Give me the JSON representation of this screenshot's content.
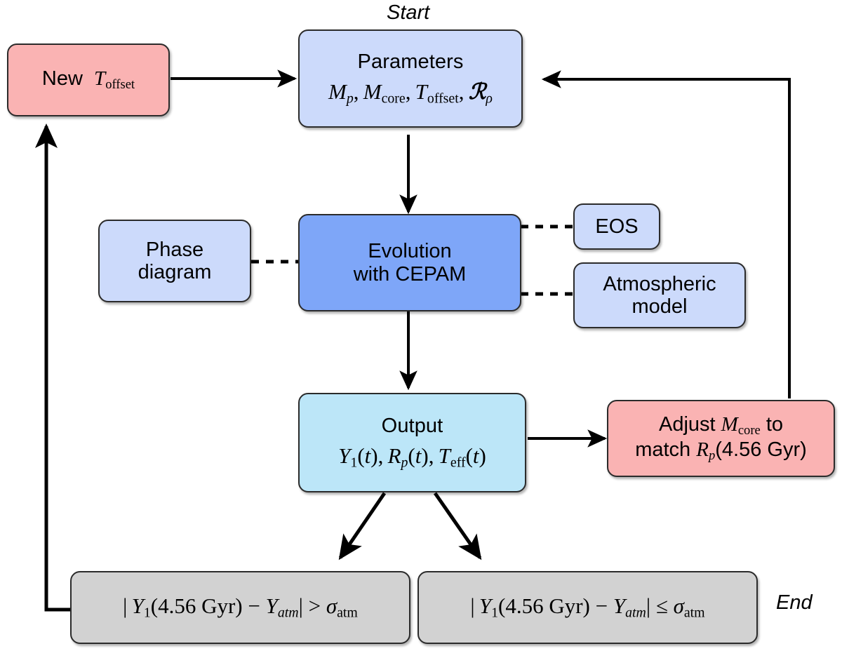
{
  "diagram": {
    "title": "CEPAM evolution model flowchart",
    "captions": {
      "start": "Start",
      "end": "End"
    },
    "colors": {
      "pink": "#fab3b3",
      "light_blue": "#ccdafb",
      "medium_blue": "#7ea6f8",
      "cyan": "#bce6f8",
      "gray": "#d2d2d2",
      "stroke": "#2b2b2b"
    },
    "nodes": {
      "new_toffset": {
        "label_plain": "New",
        "label_math": "T offset",
        "color": "pink"
      },
      "parameters": {
        "title": "Parameters",
        "formula": "M_p, M_core, T_offset, R_rho",
        "color": "light_blue"
      },
      "phase_diagram": {
        "line1": "Phase",
        "line2": "diagram",
        "color": "light_blue"
      },
      "evolution": {
        "line1": "Evolution",
        "line2": "with CEPAM",
        "color": "medium_blue"
      },
      "eos": {
        "label": "EOS",
        "color": "light_blue"
      },
      "atmospheric_model": {
        "line1": "Atmospheric",
        "line2": "model",
        "color": "light_blue"
      },
      "output": {
        "title": "Output",
        "formula": "Y_1(t), R_p(t), T_eff(t)",
        "color": "cyan"
      },
      "adjust_mcore": {
        "line1": "Adjust M_core to",
        "line2": "match R_p(4.56 Gyr)",
        "color": "pink"
      },
      "condition_fail": {
        "formula": "|Y_1(4.56 Gyr) - Y_atm| > sigma_atm",
        "color": "gray"
      },
      "condition_pass": {
        "formula": "|Y_1(4.56 Gyr) - Y_atm| <= sigma_atm",
        "color": "gray"
      }
    },
    "text_fragments": {
      "new": "New",
      "T": "T",
      "offset": "offset",
      "parameters": "Parameters",
      "M": "M",
      "p": "p",
      "core": "core",
      "comma": ",",
      "rho": "ρ",
      "phase": "Phase",
      "diagram": "diagram",
      "evolution": "Evolution",
      "with_cepam": "with CEPAM",
      "eos": "EOS",
      "atmospheric": "Atmospheric",
      "model": "model",
      "output": "Output",
      "Y": "Y",
      "one": "1",
      "t": "t",
      "R": "R",
      "eff": "eff",
      "adjust": "Adjust",
      "to": "to",
      "match": "match",
      "gyr_val": "(4.56 Gyr)",
      "bar": "|",
      "minus": "−",
      "atm_i": "atm",
      "gt": ">",
      "le": "≤",
      "sigma": "σ",
      "atm": "atm",
      "gyr_inner": "(4.56 Gyr)"
    }
  }
}
